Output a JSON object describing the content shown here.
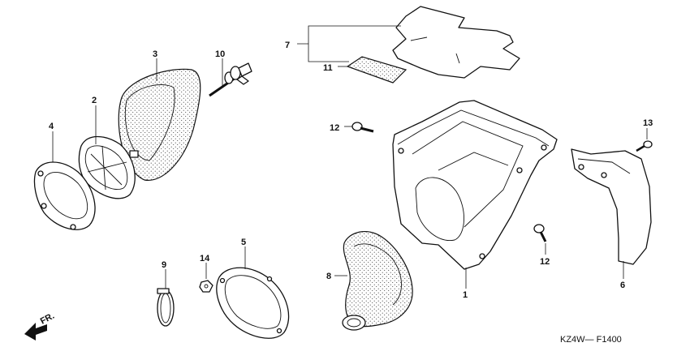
{
  "labels": {
    "p1": "1",
    "p2": "2",
    "p3": "3",
    "p4": "4",
    "p5": "5",
    "p6": "6",
    "p7": "7",
    "p8": "8",
    "p9": "9",
    "p10": "10",
    "p11": "11",
    "p12a": "12",
    "p12b": "12",
    "p13": "13",
    "p14": "14"
  },
  "direction": "FR.",
  "diagram_code": "KZ4W— F1400"
}
